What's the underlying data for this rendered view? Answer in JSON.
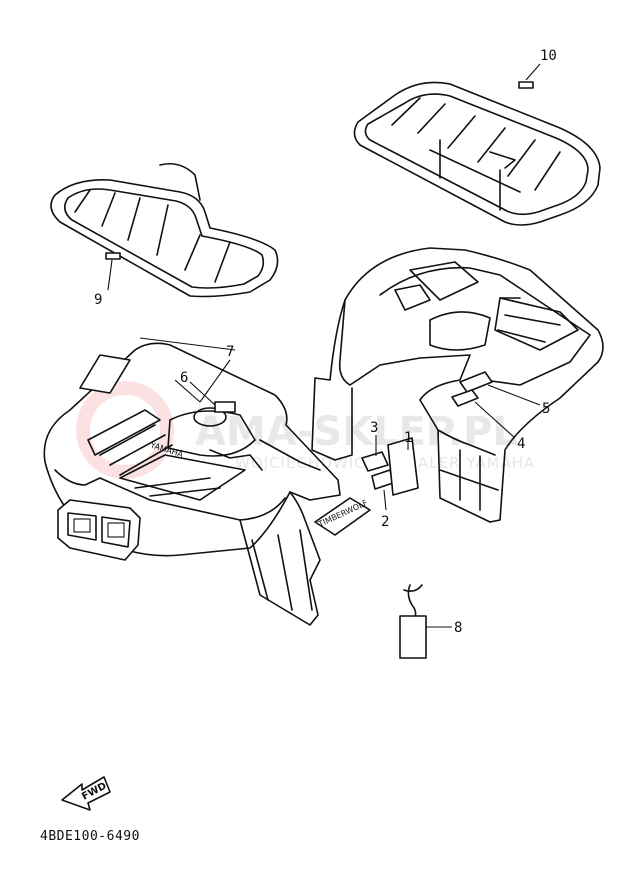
{
  "diagram": {
    "code": "4BDE100-6490",
    "callouts": [
      "10",
      "9",
      "7",
      "6",
      "3",
      "1",
      "2",
      "5",
      "4",
      "8"
    ],
    "fwd_label": "FWD",
    "decal_brand": "YAMAHA",
    "decal_model": "TIMBERWOLF"
  },
  "watermark": {
    "title": "AMA-SKLEP.PL",
    "subtitle": "WOJCIECHOWICZ - DEALER YAMAHA"
  },
  "colors": {
    "line": "#111111",
    "watermark": "#d6d6d6",
    "watermark_logo": "#e88"
  }
}
